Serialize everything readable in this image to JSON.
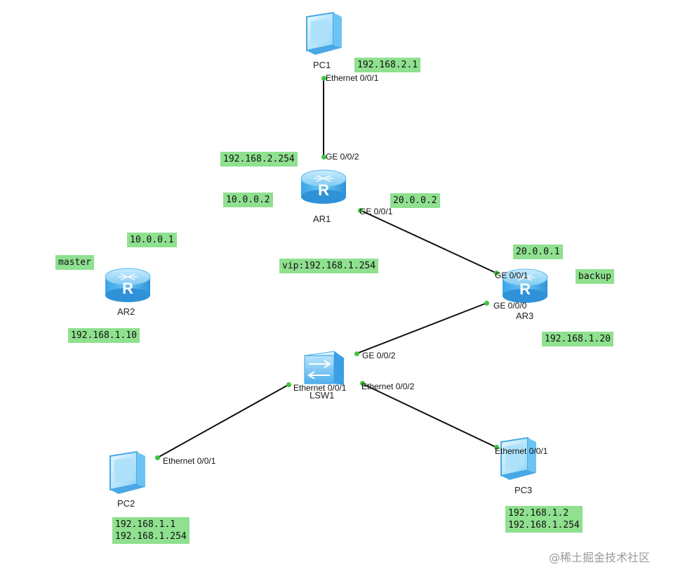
{
  "devices": {
    "pc1": {
      "name": "PC1"
    },
    "ar1": {
      "name": "AR1"
    },
    "ar2": {
      "name": "AR2"
    },
    "ar3": {
      "name": "AR3"
    },
    "lsw1": {
      "name": "LSW1"
    },
    "pc2": {
      "name": "PC2"
    },
    "pc3": {
      "name": "PC3"
    }
  },
  "ports": {
    "pc1_eth": "Ethernet 0/0/1",
    "ar1_ge002": "GE 0/0/2",
    "ar1_ge001": "GE 0/0/1",
    "ar3_ge001": "GE 0/0/1",
    "ar3_ge000": "GE 0/0/0",
    "lsw1_ge002": "GE 0/0/2",
    "lsw1_eth001": "Ethernet 0/0/1",
    "lsw1_eth002": "Ethernet 0/0/2",
    "pc2_eth": "Ethernet 0/0/1",
    "pc3_eth": "Ethernet 0/0/1"
  },
  "labels": {
    "pc1_ip": "192.168.2.1",
    "ar1_ge002_ip": "192.168.2.254",
    "ar1_loop": "10.0.0.2",
    "ar1_ge001_ip": "20.0.0.2",
    "ar2_ip_top": "10.0.0.1",
    "ar2_role": "master",
    "ar2_ip": "192.168.1.10",
    "vip": "vip:192.168.1.254",
    "ar3_ge001_ip": "20.0.0.1",
    "ar3_role": "backup",
    "ar3_ip": "192.168.1.20",
    "pc2_ip": "192.168.1.1\n192.168.1.254",
    "pc3_ip": "192.168.1.2\n192.168.1.254"
  },
  "watermark": "@稀土掘金技术社区",
  "colors": {
    "label_bg": "#8fe08f",
    "link": "#111111",
    "port_dot": "#3fc43f",
    "device": "#5ab8ee"
  }
}
